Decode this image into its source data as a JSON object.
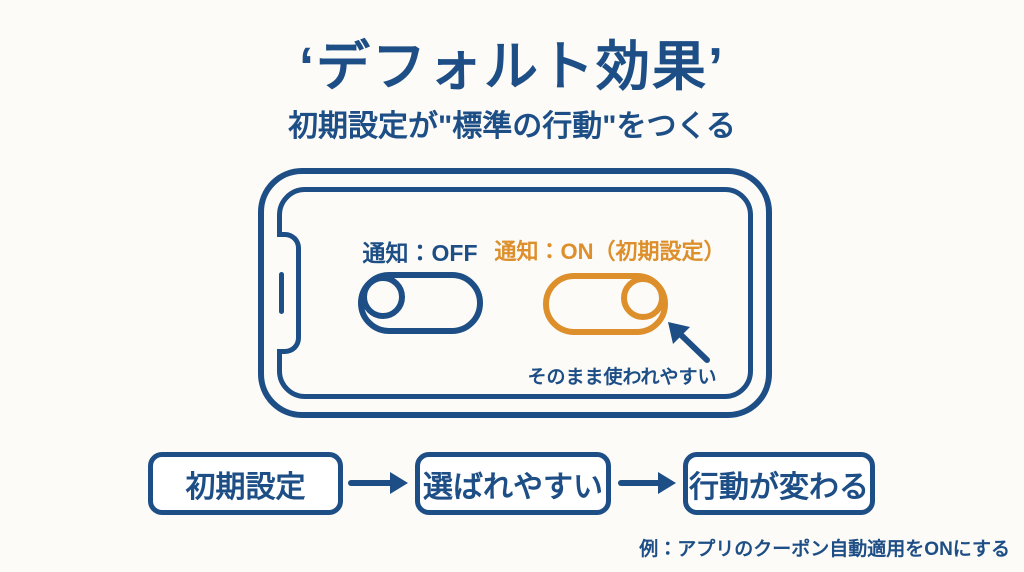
{
  "colors": {
    "blue": "#1d4e86",
    "orange": "#dd8f2c",
    "background": "#fcfbf7",
    "box_fill": "#ffffff"
  },
  "header": {
    "title": "‘デフォルト効果’",
    "subtitle": "初期設定が\"標準の行動\"をつくる"
  },
  "phone": {
    "toggle_off": {
      "label": "通知：OFF",
      "state": "off"
    },
    "toggle_on": {
      "label": "通知：ON（初期設定）",
      "state": "on"
    },
    "annotation": "そのまま使われやすい"
  },
  "flow": {
    "steps": [
      "初期設定",
      "選ばれやすい",
      "行動が変わる"
    ]
  },
  "footer": {
    "example": "例：アプリのクーポン自動適用をONにする"
  }
}
